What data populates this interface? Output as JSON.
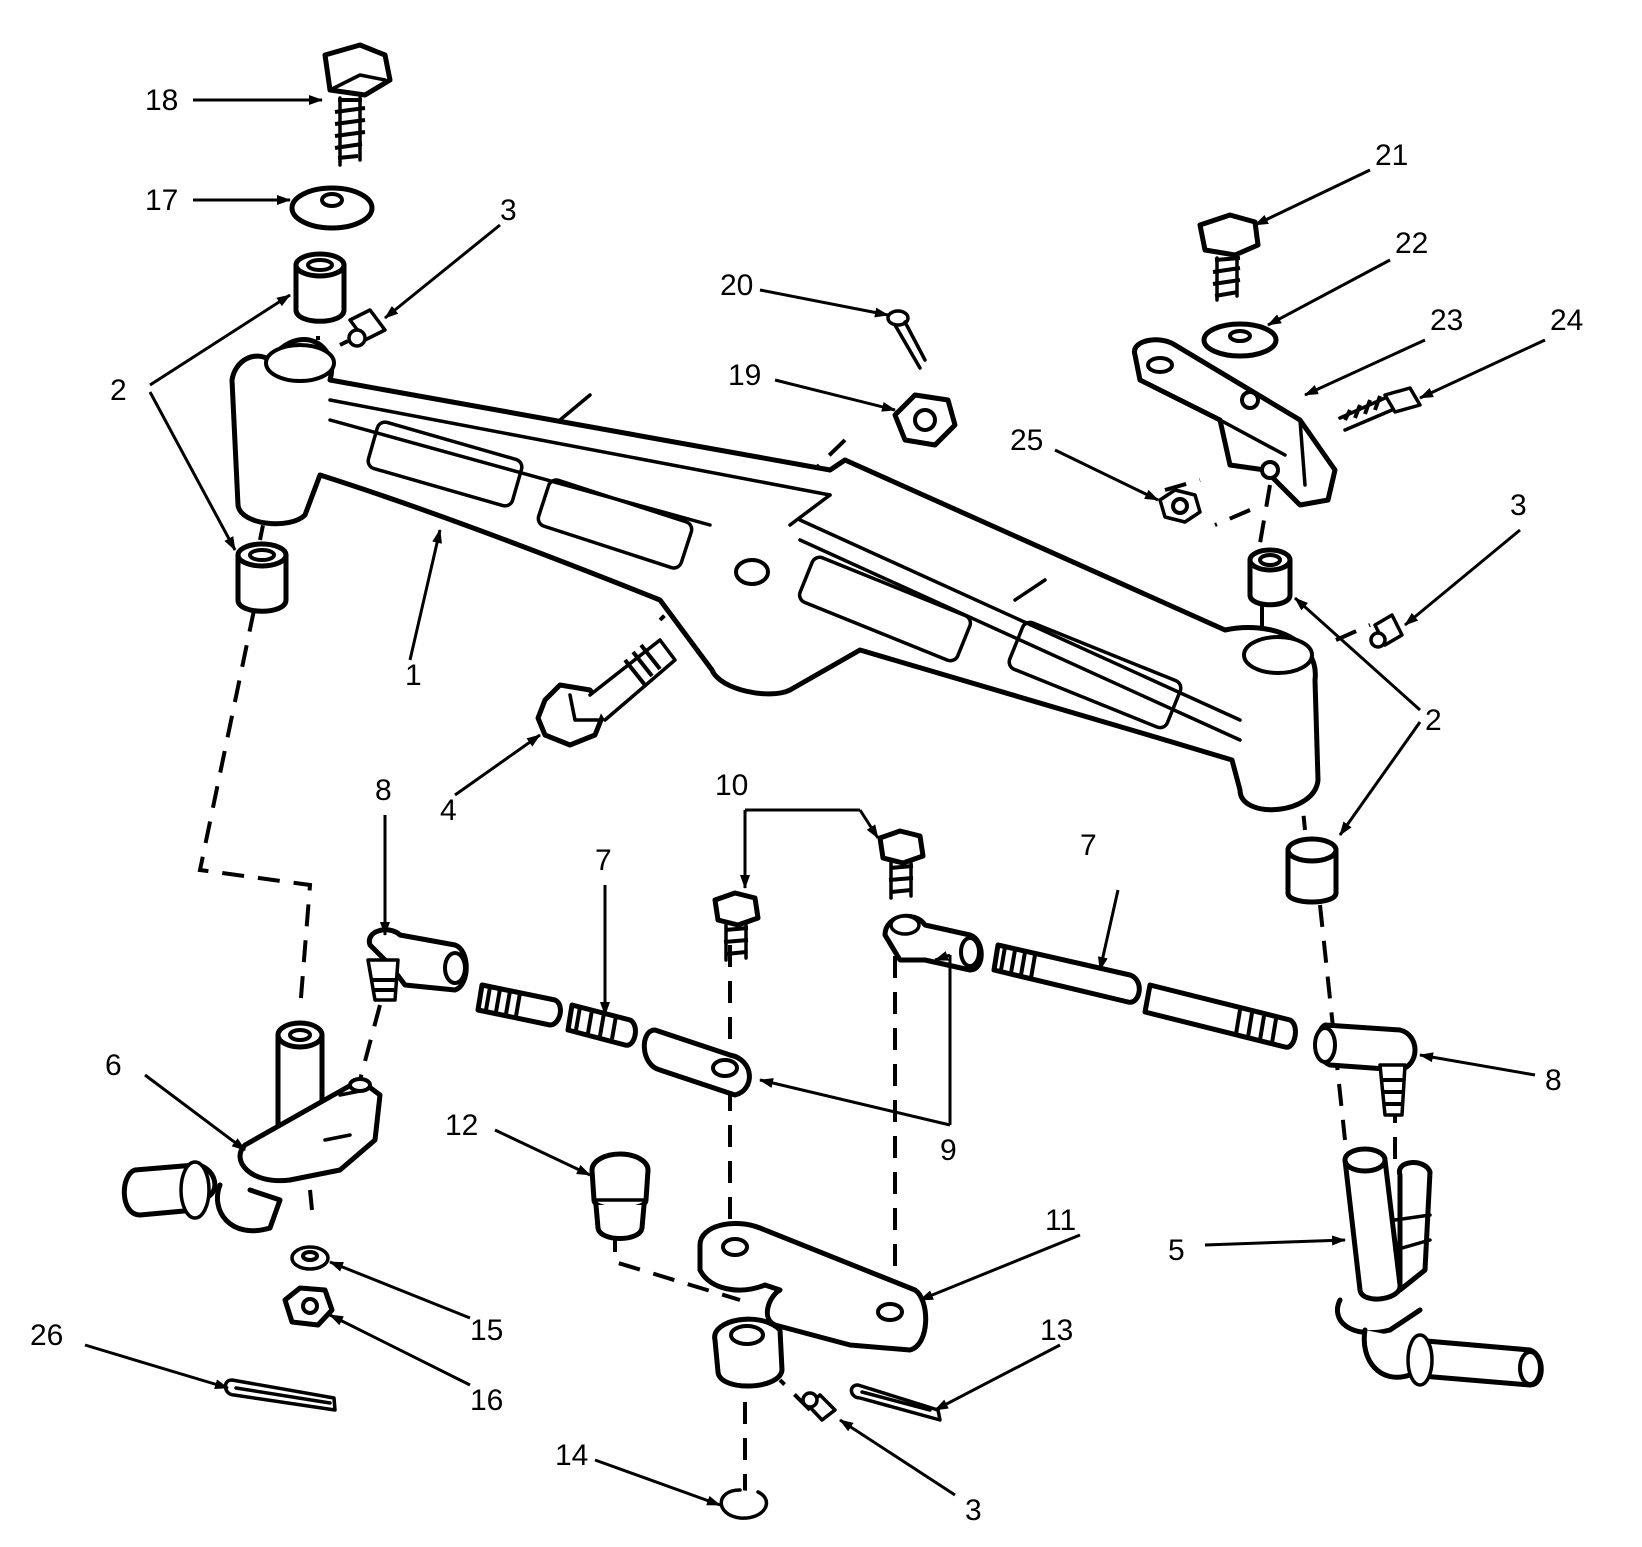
{
  "colors": {
    "line": "#000000",
    "background": "#ffffff"
  },
  "callouts": {
    "c1": "1",
    "c2a": "2",
    "c2b": "2",
    "c3a": "3",
    "c3b": "3",
    "c3c": "3",
    "c4": "4",
    "c5": "5",
    "c6": "6",
    "c7a": "7",
    "c7b": "7",
    "c8a": "8",
    "c8b": "8",
    "c9": "9",
    "c10": "10",
    "c11": "11",
    "c12": "12",
    "c13": "13",
    "c14": "14",
    "c15": "15",
    "c16": "16",
    "c17": "17",
    "c18": "18",
    "c19": "19",
    "c20": "20",
    "c21": "21",
    "c22": "22",
    "c23": "23",
    "c24": "24",
    "c25": "25",
    "c26": "26"
  }
}
